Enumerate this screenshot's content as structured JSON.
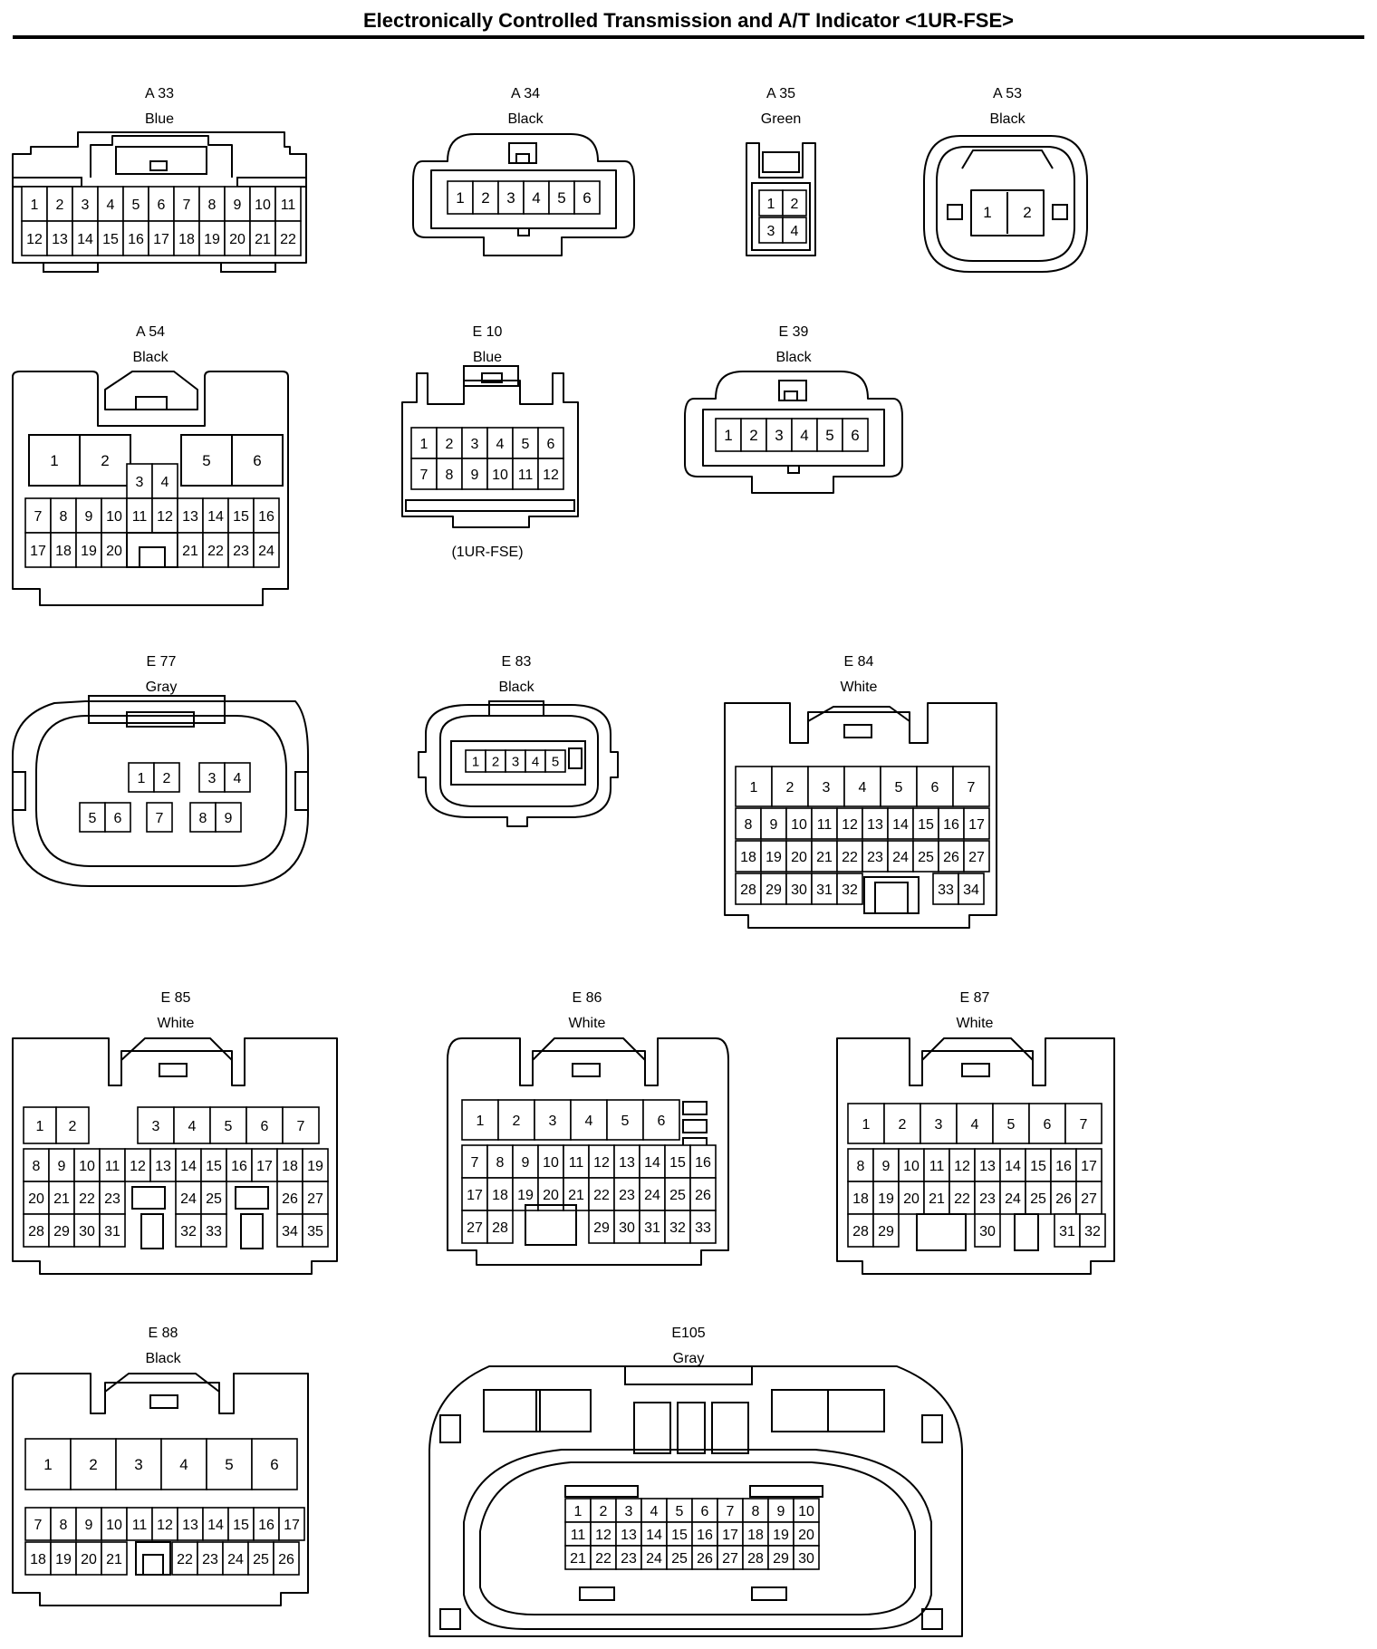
{
  "page": {
    "title": "Electronically Controlled Transmission and A/T Indicator <1UR-FSE>"
  },
  "connectors": [
    {
      "id": "A 33",
      "color": "Blue",
      "type": "wide",
      "rows": [
        [
          "1",
          "2",
          "3",
          "4",
          "5",
          "6",
          "7",
          "8",
          "9",
          "10",
          "11"
        ],
        [
          "12",
          "13",
          "14",
          "15",
          "16",
          "17",
          "18",
          "19",
          "20",
          "21",
          "22"
        ]
      ]
    },
    {
      "id": "A 34",
      "color": "Black",
      "type": "oval",
      "rows": [
        [
          "1",
          "2",
          "3",
          "4",
          "5",
          "6"
        ]
      ]
    },
    {
      "id": "A 35",
      "color": "Green",
      "type": "small",
      "rows": [
        [
          "1",
          "2"
        ],
        [
          "3",
          "4"
        ]
      ]
    },
    {
      "id": "A 53",
      "color": "Black",
      "type": "round",
      "rows": [
        [
          "1",
          "2"
        ]
      ]
    },
    {
      "id": "A 54",
      "color": "Black",
      "type": "block",
      "rows": [
        [
          "1",
          "2",
          "",
          "",
          "5",
          "6"
        ],
        [
          "3",
          "4"
        ],
        [
          "7",
          "8",
          "9",
          "10",
          "11",
          "12",
          "13",
          "14",
          "15",
          "16"
        ],
        [
          "17",
          "18",
          "19",
          "20",
          "",
          "21",
          "22",
          "23",
          "24"
        ]
      ]
    },
    {
      "id": "E 10",
      "color": "Blue",
      "type": "latch",
      "note": "(1UR-FSE)",
      "rows": [
        [
          "1",
          "2",
          "3",
          "4",
          "5",
          "6"
        ],
        [
          "7",
          "8",
          "9",
          "10",
          "11",
          "12"
        ]
      ]
    },
    {
      "id": "E 39",
      "color": "Black",
      "type": "oval",
      "rows": [
        [
          "1",
          "2",
          "3",
          "4",
          "5",
          "6"
        ]
      ]
    },
    {
      "id": "E 77",
      "color": "Gray",
      "type": "capsule",
      "rows": [
        [
          "1",
          "2",
          "3",
          "4"
        ],
        [
          "5",
          "6",
          "7",
          "8",
          "9"
        ]
      ]
    },
    {
      "id": "E 83",
      "color": "Black",
      "type": "oval-small",
      "rows": [
        [
          "1",
          "2",
          "3",
          "4",
          "5"
        ]
      ]
    },
    {
      "id": "E 84",
      "color": "White",
      "type": "block",
      "rows": [
        [
          "1",
          "2",
          "3",
          "4",
          "5",
          "6",
          "7"
        ],
        [
          "8",
          "9",
          "10",
          "11",
          "12",
          "13",
          "14",
          "15",
          "16",
          "17"
        ],
        [
          "18",
          "19",
          "20",
          "21",
          "22",
          "23",
          "24",
          "25",
          "26",
          "27"
        ],
        [
          "28",
          "29",
          "30",
          "31",
          "32",
          "",
          "33",
          "34"
        ]
      ]
    },
    {
      "id": "E 85",
      "color": "White",
      "type": "block",
      "rows": [
        [
          "1",
          "2",
          "",
          "3",
          "4",
          "5",
          "6",
          "7"
        ],
        [
          "8",
          "9",
          "10",
          "11",
          "12",
          "13",
          "14",
          "15",
          "16",
          "17",
          "18",
          "19"
        ],
        [
          "20",
          "21",
          "22",
          "23",
          "",
          "24",
          "25",
          "",
          "26",
          "27"
        ],
        [
          "28",
          "29",
          "30",
          "31",
          "",
          "32",
          "33",
          "",
          "34",
          "35"
        ]
      ]
    },
    {
      "id": "E 86",
      "color": "White",
      "type": "block",
      "rows": [
        [
          "1",
          "2",
          "3",
          "4",
          "5",
          "6"
        ],
        [
          "7",
          "8",
          "9",
          "10",
          "11",
          "12",
          "13",
          "14",
          "15",
          "16"
        ],
        [
          "17",
          "18",
          "19",
          "20",
          "21",
          "22",
          "23",
          "24",
          "25",
          "26"
        ],
        [
          "27",
          "28",
          "",
          "29",
          "30",
          "31",
          "32",
          "33"
        ]
      ]
    },
    {
      "id": "E 87",
      "color": "White",
      "type": "block",
      "rows": [
        [
          "1",
          "2",
          "3",
          "4",
          "5",
          "6",
          "7"
        ],
        [
          "8",
          "9",
          "10",
          "11",
          "12",
          "13",
          "14",
          "15",
          "16",
          "17"
        ],
        [
          "18",
          "19",
          "20",
          "21",
          "22",
          "23",
          "24",
          "25",
          "26",
          "27"
        ],
        [
          "28",
          "29",
          "",
          "30",
          "",
          "31",
          "32"
        ]
      ]
    },
    {
      "id": "E 88",
      "color": "Black",
      "type": "block",
      "rows": [
        [
          "1",
          "2",
          "3",
          "4",
          "5",
          "6"
        ],
        [
          "7",
          "8",
          "9",
          "10",
          "11",
          "12",
          "13",
          "14",
          "15",
          "16",
          "17"
        ],
        [
          "18",
          "19",
          "20",
          "21",
          "",
          "22",
          "23",
          "24",
          "25",
          "26"
        ]
      ]
    },
    {
      "id": "E105",
      "color": "Gray",
      "type": "ecu",
      "rows": [
        [
          "1",
          "2",
          "3",
          "4",
          "5",
          "6",
          "7",
          "8",
          "9",
          "10"
        ],
        [
          "11",
          "12",
          "13",
          "14",
          "15",
          "16",
          "17",
          "18",
          "19",
          "20"
        ],
        [
          "21",
          "22",
          "23",
          "24",
          "25",
          "26",
          "27",
          "28",
          "29",
          "30"
        ]
      ]
    }
  ]
}
